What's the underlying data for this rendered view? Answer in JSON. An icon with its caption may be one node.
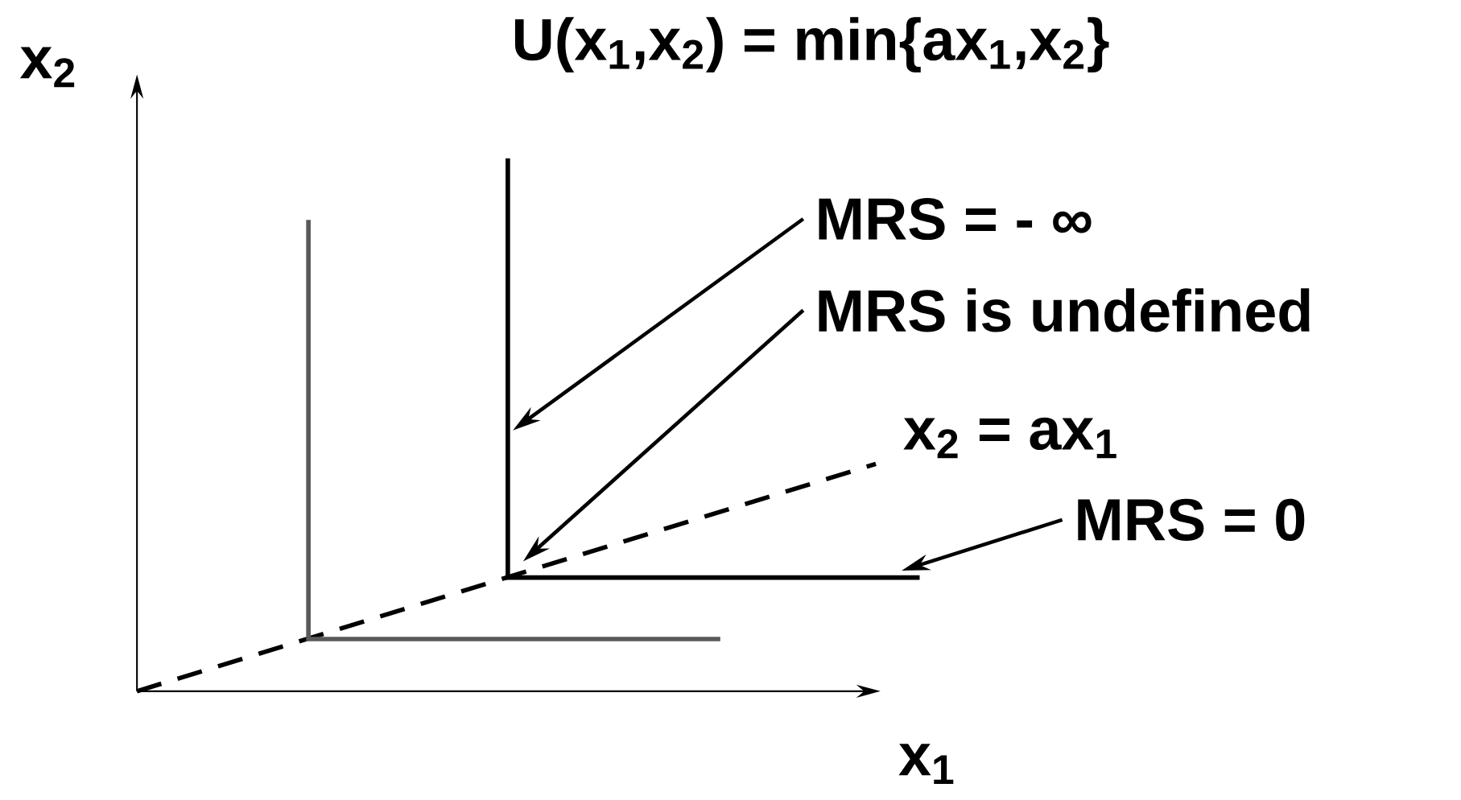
{
  "diagram": {
    "title": "U(x$_{1}$,x$_{2}$) = min{ax$_{1}$,x$_{2}$}",
    "nodes": [
      {
        "text": [
          "MRS = - ∞"
        ]
      },
      {
        "text": [
          "MRS is undefined"
        ]
      },
      {
        "text": [
          "MRS = 0"
        ]
      },
      {
        "text": [],
        "shape": "line"
      },
      {
        "text": [],
        "shape": "line"
      }
    ],
    "edges": [
      {
        "from": 0,
        "to": 4,
        "arrow": "to"
      },
      {
        "from": 1,
        "to": 4,
        "arrow": "to"
      },
      {
        "from": 2,
        "to": 4,
        "arrow": "to"
      }
    ],
    "labels": [
      "x$_{2}$",
      "x$_{2}$ = ax$_{1}$",
      "x$_{1}$"
    ]
  }
}
